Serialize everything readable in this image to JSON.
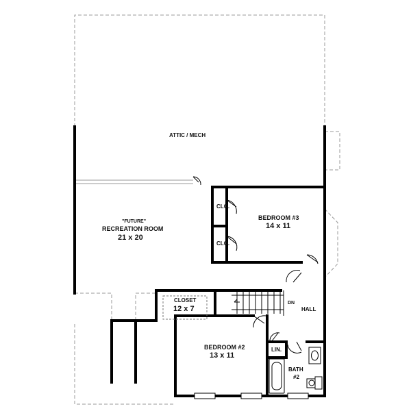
{
  "rooms": {
    "attic": {
      "name": "ATTIC / MECH"
    },
    "recreation": {
      "note": "\"FUTURE\"",
      "name": "RECREATION ROOM",
      "size": "21 x 20"
    },
    "bedroom3": {
      "name": "BEDROOM #3",
      "size": "14 x 11"
    },
    "clo1": {
      "name": "CLO."
    },
    "clo2": {
      "name": "CLO."
    },
    "closet": {
      "name": "CLOSET",
      "size": "12 x 7"
    },
    "hall": {
      "name": "HALL"
    },
    "stairs": {
      "label": "DN"
    },
    "bedroom2": {
      "name": "BEDROOM #2",
      "size": "13  x 11"
    },
    "linen": {
      "name": "LIN."
    },
    "bath2": {
      "name": "BATH",
      "number": "#2"
    }
  }
}
